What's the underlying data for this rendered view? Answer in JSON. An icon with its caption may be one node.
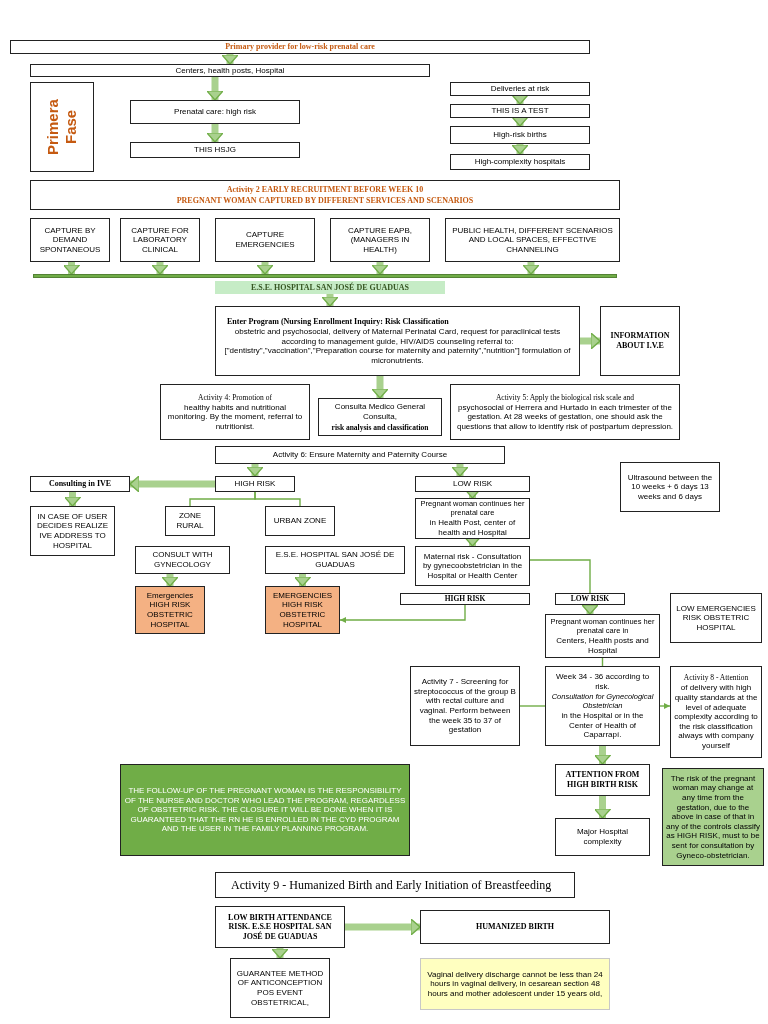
{
  "diagram": {
    "nodes": [
      {
        "text": [
          "Primary provider for low-risk prenatal care"
        ]
      },
      {
        "text": [
          "Centers, health posts, Hospital"
        ]
      },
      {
        "text": [
          "Primera Fase"
        ]
      },
      {
        "text": [
          "Prenatal care: high risk"
        ]
      },
      {
        "text": [
          "THIS HSJG"
        ]
      },
      {
        "text": [
          "Deliveries at risk"
        ]
      },
      {
        "text": [
          "THIS IS A TEST"
        ]
      },
      {
        "text": [
          "High-risk births"
        ]
      },
      {
        "text": [
          "High-complexity hospitals"
        ]
      },
      {
        "text": [
          "Activity 2 EARLY RECRUITMENT BEFORE WEEK 10",
          "PREGNANT WOMAN CAPTURED BY DIFFERENT SERVICES AND SCENARIOS"
        ]
      },
      {
        "text": [
          "CAPTURE BY DEMAND SPONTANEOUS"
        ]
      },
      {
        "text": [
          "CAPTURE FOR LABORATORY CLINICAL"
        ]
      },
      {
        "text": [
          "CAPTURE EMERGENCIES"
        ]
      },
      {
        "text": [
          "CAPTURE EAPB, (MANAGERS IN HEALTH)"
        ]
      },
      {
        "text": [
          "PUBLIC HEALTH, DIFFERENT SCENARIOS AND LOCAL SPACES, EFFECTIVE CHANNELING"
        ]
      },
      {
        "text": [],
        "shape": "bar"
      },
      {
        "text": [
          "E.S.E. HOSPITAL SAN JOSÉ DE GUADUAS"
        ]
      },
      {
        "text": [
          "Enter Program (Nursing Enrollment Inquiry: Risk Classification",
          "obstetric and psychosocial, delivery of Maternal Perinatal Card, request for paraclinical tests according to management guide, HIV/AIDS counseling referral to: [\"dentistry\",\"vaccination\",\"Preparation course for maternity and paternity\",\"nutrition\"] formulation of micronutrients."
        ]
      },
      {
        "text": [
          "INFORMATION ABOUT I.V.E"
        ]
      },
      {
        "text": [
          "Activity 4: Promotion of",
          "healthy habits and nutritional monitoring. By the moment, referral to nutritionist."
        ]
      },
      {
        "text": [
          "Activity 5: Apply the biological risk scale and",
          "psychosocial of Herrera and Hurtado in each trimester of the gestation. At 28 weeks of gestation, one should ask the questions that allow to identify risk of postpartum depression."
        ]
      },
      {
        "text": [
          "Consulta Medico General Consulta,",
          "risk analysis and classification"
        ]
      },
      {
        "text": [
          "Activity 6: Ensure Maternity and Paternity Course"
        ]
      },
      {
        "text": [
          "HIGH RISK"
        ]
      },
      {
        "text": [
          "LOW RISK"
        ]
      },
      {
        "text": [
          "Consulting in IVE"
        ]
      },
      {
        "text": [
          "IN CASE OF USER DECIDES REALIZE IVE ADDRESS TO HOSPITAL"
        ]
      },
      {
        "text": [
          "ZONE RURAL"
        ]
      },
      {
        "text": [
          "URBAN ZONE"
        ]
      },
      {
        "text": [
          "CONSULT WITH GYNECOLOGY"
        ]
      },
      {
        "text": [
          "E.S.E. HOSPITAL SAN JOSÉ DE GUADUAS"
        ]
      },
      {
        "text": [
          "Emergencies HIGH RISK OBSTETRIC HOSPITAL"
        ]
      },
      {
        "text": [
          "EMERGENCIES HIGH RISK OBSTETRIC HOSPITAL"
        ]
      },
      {
        "text": [
          "Pregnant woman continues her prenatal care",
          "in Health Post, center of health and Hospital"
        ]
      },
      {
        "text": [
          "Maternal risk - Consultation by gynecoobstetrician in the Hospital or Health Center"
        ]
      },
      {
        "text": [
          "HIGH RISK"
        ]
      },
      {
        "text": [
          "LOW RISK"
        ]
      },
      {
        "text": [
          "Pregnant woman continues her prenatal care in",
          "Centers, Health posts and Hospital"
        ]
      },
      {
        "text": [
          "Ultrasound between the 10 weeks + 6 days 13 weeks and 6 days"
        ]
      },
      {
        "text": [
          "LOW EMERGENCIES RISK OBSTETRIC HOSPITAL"
        ]
      },
      {
        "text": [
          "Activity 7 - Screening for streptococcus of the group B with rectal culture and vaginal. Perform between the week 35 to 37 of gestation"
        ]
      },
      {
        "text": [
          "Week 34 - 36 according to risk.",
          "Consultation for Gynecological Obstetrician",
          "in the Hospital or in the Center of Health of Caparrapí."
        ]
      },
      {
        "text": [
          "Activity 8 - Attention",
          "of delivery with high quality standards at the level of adequate complexity according to the risk classification always with company yourself"
        ]
      },
      {
        "text": [
          "ATTENTION FROM HIGH BIRTH RISK"
        ]
      },
      {
        "text": [
          "Major Hospital complexity"
        ]
      },
      {
        "text": [
          "THE FOLLOW-UP OF THE PREGNANT WOMAN IS THE RESPONSIBILITY OF THE NURSE AND DOCTOR WHO LEAD THE PROGRAM, REGARDLESS OF OBSTETRIC RISK. THE CLOSURE IT WILL BE DONE WHEN IT IS GUARANTEED THAT THE RN HE IS ENROLLED IN THE CYD PROGRAM AND THE USER IN THE FAMILY PLANNING PROGRAM."
        ]
      },
      {
        "text": [
          "The risk of the pregnant woman may change at any time from the gestation, due to the above in case of that in any of the controls classify as HIGH RISK, must to be sent for consultation by Gyneco-obstetrician."
        ]
      },
      {
        "text": [
          "Activity 9 - Humanized Birth and Early Initiation of Breastfeeding"
        ]
      },
      {
        "text": [
          "LOW BIRTH ATTENDANCE RISK. E.S.E HOSPITAL SAN JOSÉ DE GUADUAS"
        ]
      },
      {
        "text": [
          "HUMANIZED BIRTH"
        ]
      },
      {
        "text": [
          "GUARANTEE METHOD OF ANTICONCEPTION POS EVENT OBSTETRICAL,"
        ]
      },
      {
        "text": [
          "Vaginal delivery discharge cannot be less than 24 hours in vaginal delivery, in cesarean section 48 hours and mother adolescent under 15 years old,"
        ]
      }
    ],
    "edges": [
      {
        "from": 0,
        "to": 1,
        "arrow": "to"
      },
      {
        "from": 1,
        "to": 3,
        "arrow": "to"
      },
      {
        "from": 3,
        "to": 4,
        "arrow": "to"
      },
      {
        "from": 5,
        "to": 6,
        "arrow": "to"
      },
      {
        "from": 6,
        "to": 7,
        "arrow": "to"
      },
      {
        "from": 7,
        "to": 8,
        "arrow": "to"
      },
      {
        "from": 10,
        "to": 15,
        "arrow": "to"
      },
      {
        "from": 11,
        "to": 15,
        "arrow": "to"
      },
      {
        "from": 12,
        "to": 15,
        "arrow": "to"
      },
      {
        "from": 13,
        "to": 15,
        "arrow": "to"
      },
      {
        "from": 14,
        "to": 15,
        "arrow": "to"
      },
      {
        "from": 16,
        "to": 17,
        "arrow": "to"
      },
      {
        "from": 17,
        "to": 18,
        "arrow": "to"
      },
      {
        "from": 17,
        "to": 21,
        "arrow": "to"
      },
      {
        "from": 22,
        "to": 23,
        "arrow": "to"
      },
      {
        "from": 22,
        "to": 24,
        "arrow": "to"
      },
      {
        "from": 23,
        "to": 25,
        "arrow": "to"
      },
      {
        "from": 25,
        "to": 26,
        "arrow": "to"
      },
      {
        "from": 23,
        "to": 27,
        "arrow": "none",
        "color": "#70ad47"
      },
      {
        "from": 23,
        "to": 28,
        "arrow": "none",
        "color": "#70ad47"
      },
      {
        "from": 29,
        "to": 31,
        "arrow": "to"
      },
      {
        "from": 30,
        "to": 32,
        "arrow": "to"
      },
      {
        "from": 24,
        "to": 33,
        "arrow": "to"
      },
      {
        "from": 33,
        "to": 34,
        "arrow": "to"
      },
      {
        "from": 35,
        "to": 32,
        "arrow": "to",
        "color": "#70ad47"
      },
      {
        "from": 34,
        "to": 36,
        "arrow": "none",
        "color": "#70ad47"
      },
      {
        "from": 36,
        "to": 37,
        "arrow": "to"
      },
      {
        "from": 37,
        "to": 41,
        "arrow": "none",
        "color": "#70ad47"
      },
      {
        "from": 41,
        "to": 40,
        "arrow": "none",
        "color": "#70ad47"
      },
      {
        "from": 41,
        "to": 42,
        "arrow": "to",
        "color": "#70ad47"
      },
      {
        "from": 41,
        "to": 43,
        "arrow": "to"
      },
      {
        "from": 43,
        "to": 44,
        "arrow": "to"
      },
      {
        "from": 48,
        "to": 49,
        "arrow": "to"
      },
      {
        "from": 48,
        "to": 50,
        "arrow": "to"
      }
    ]
  }
}
